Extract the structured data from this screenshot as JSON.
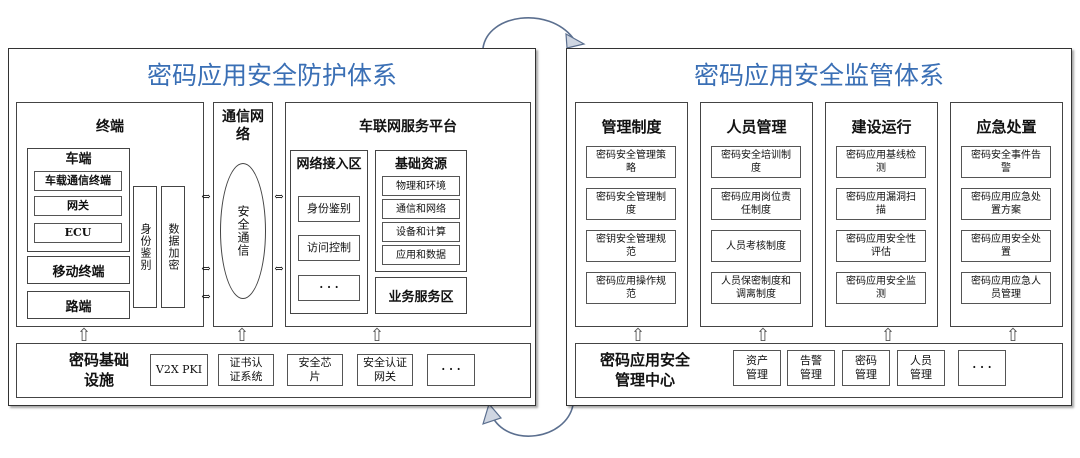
{
  "left": {
    "title": "密码应用安全防护体系",
    "terminal": {
      "label": "终端",
      "vehicle": {
        "label": "车端",
        "items": [
          "车载通信终端",
          "网关",
          "ECU"
        ],
        "identity": "身份鉴别",
        "encryption": "数据加密"
      },
      "mobile": "移动终端",
      "road": "路端"
    },
    "comm": {
      "label": "通信网络",
      "secure": "安全通信"
    },
    "platform": {
      "label": "车联网服务平台",
      "access": {
        "label": "网络接入区",
        "items": [
          "身份鉴别",
          "访问控制",
          "· · ·"
        ]
      },
      "resources": {
        "label": "基础资源",
        "items": [
          "物理和环境",
          "通信和网络",
          "设备和计算",
          "应用和数据"
        ]
      },
      "business": "业务服务区"
    },
    "infra": {
      "label": "密码基础设施",
      "items": [
        "V2X PKI",
        "证书认证系统",
        "安全芯片",
        "安全认证网关",
        "· · ·"
      ]
    }
  },
  "right": {
    "title": "密码应用安全监管体系",
    "columns": [
      {
        "label": "管理制度",
        "items": [
          "密码安全管理策略",
          "密码安全管理制度",
          "密钥安全管理规范",
          "密码应用操作规范"
        ]
      },
      {
        "label": "人员管理",
        "items": [
          "密码安全培训制度",
          "密码应用岗位责任制度",
          "人员考核制度",
          "人员保密制度和调离制度"
        ]
      },
      {
        "label": "建设运行",
        "items": [
          "密码应用基线检测",
          "密码应用漏洞扫描",
          "密码应用安全性评估",
          "密码应用安全监测"
        ]
      },
      {
        "label": "应急处置",
        "items": [
          "密码安全事件告警",
          "密码应用应急处置方案",
          "密码应用安全处置",
          "密码应用应急人员管理"
        ]
      }
    ],
    "center": {
      "label": "密码应用安全管理中心",
      "items": [
        "资产管理",
        "告警管理",
        "密码管理",
        "人员管理",
        "· · ·"
      ]
    }
  }
}
